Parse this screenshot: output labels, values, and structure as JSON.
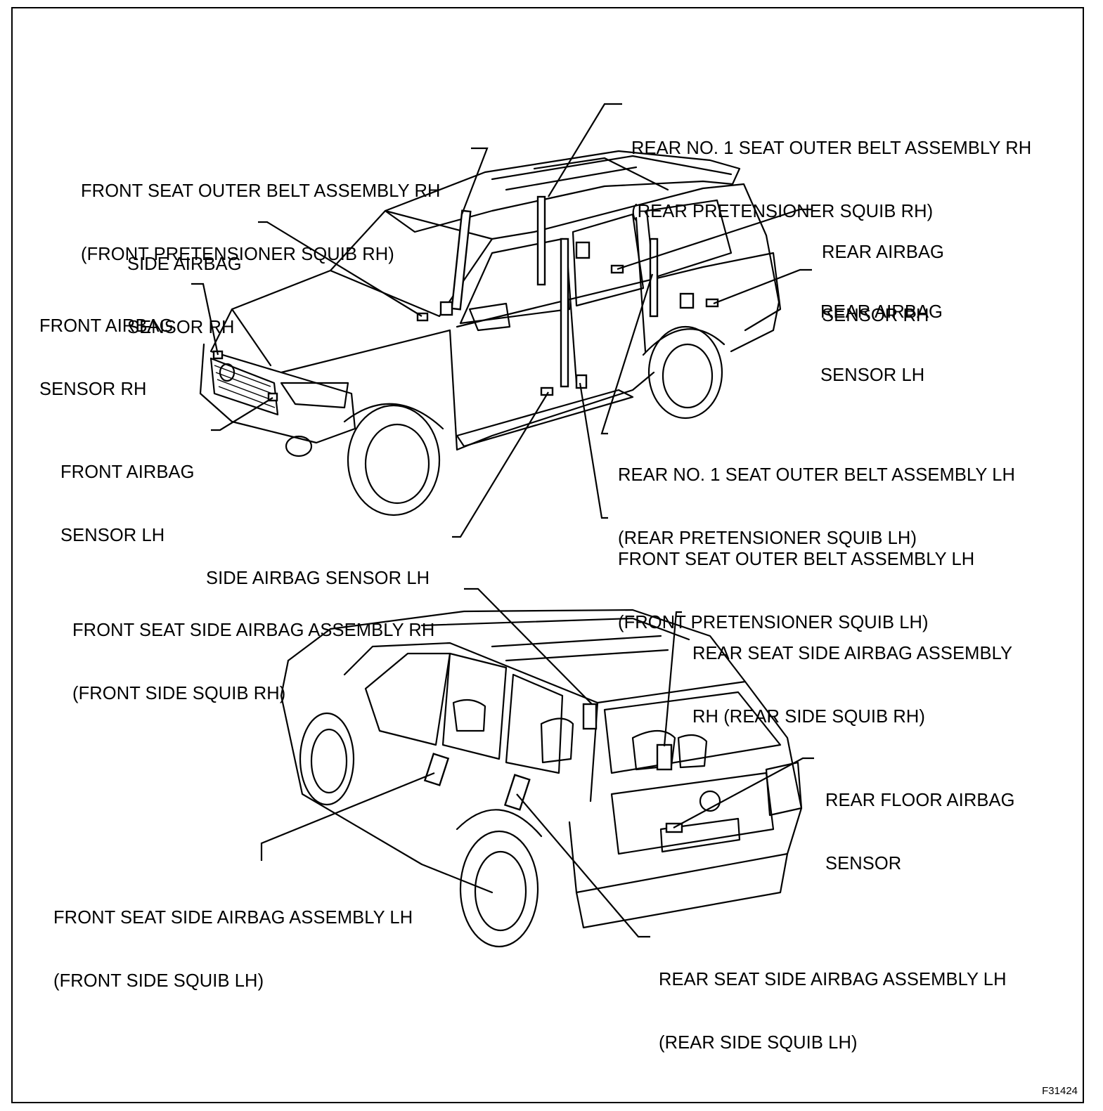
{
  "labels": {
    "rear_no1_belt_rh": {
      "line1": "REAR NO. 1 SEAT OUTER BELT ASSEMBLY RH",
      "line2": "(REAR PRETENSIONER SQUIB RH)"
    },
    "front_belt_rh": {
      "line1": "FRONT SEAT OUTER BELT ASSEMBLY RH",
      "line2": "(FRONT PRETENSIONER SQUIB RH)"
    },
    "side_sensor_rh": {
      "line1": "SIDE AIRBAG",
      "line2": "SENSOR RH"
    },
    "rear_sensor_rh": {
      "line1": "REAR AIRBAG",
      "line2": "SENSOR RH"
    },
    "front_sensor_rh": {
      "line1": "FRONT AIRBAG",
      "line2": "SENSOR RH"
    },
    "rear_sensor_lh": {
      "line1": "REAR AIRBAG",
      "line2": "SENSOR LH"
    },
    "front_sensor_lh": {
      "line1": "FRONT AIRBAG",
      "line2": "SENSOR LH"
    },
    "rear_no1_belt_lh": {
      "line1": "REAR NO. 1 SEAT OUTER BELT ASSEMBLY LH",
      "line2": "(REAR PRETENSIONER SQUIB LH)"
    },
    "front_belt_lh": {
      "line1": "FRONT SEAT OUTER BELT ASSEMBLY LH",
      "line2": "(FRONT PRETENSIONER SQUIB LH)"
    },
    "side_sensor_lh": {
      "line1": "SIDE AIRBAG SENSOR LH"
    },
    "front_side_airbag_rh": {
      "line1": "FRONT SEAT SIDE AIRBAG ASSEMBLY RH",
      "line2": "(FRONT SIDE SQUIB RH)"
    },
    "rear_side_airbag_rh": {
      "line1": "REAR SEAT SIDE AIRBAG ASSEMBLY",
      "line2": "RH (REAR SIDE SQUIB RH)"
    },
    "rear_floor_sensor": {
      "line1": "REAR FLOOR AIRBAG",
      "line2": "SENSOR"
    },
    "front_side_airbag_lh": {
      "line1": "FRONT SEAT SIDE AIRBAG ASSEMBLY LH",
      "line2": "(FRONT SIDE SQUIB LH)"
    },
    "rear_side_airbag_lh": {
      "line1": "REAR SEAT SIDE AIRBAG ASSEMBLY LH",
      "line2": "(REAR SIDE SQUIB LH)"
    }
  },
  "figure_id": "F31424"
}
